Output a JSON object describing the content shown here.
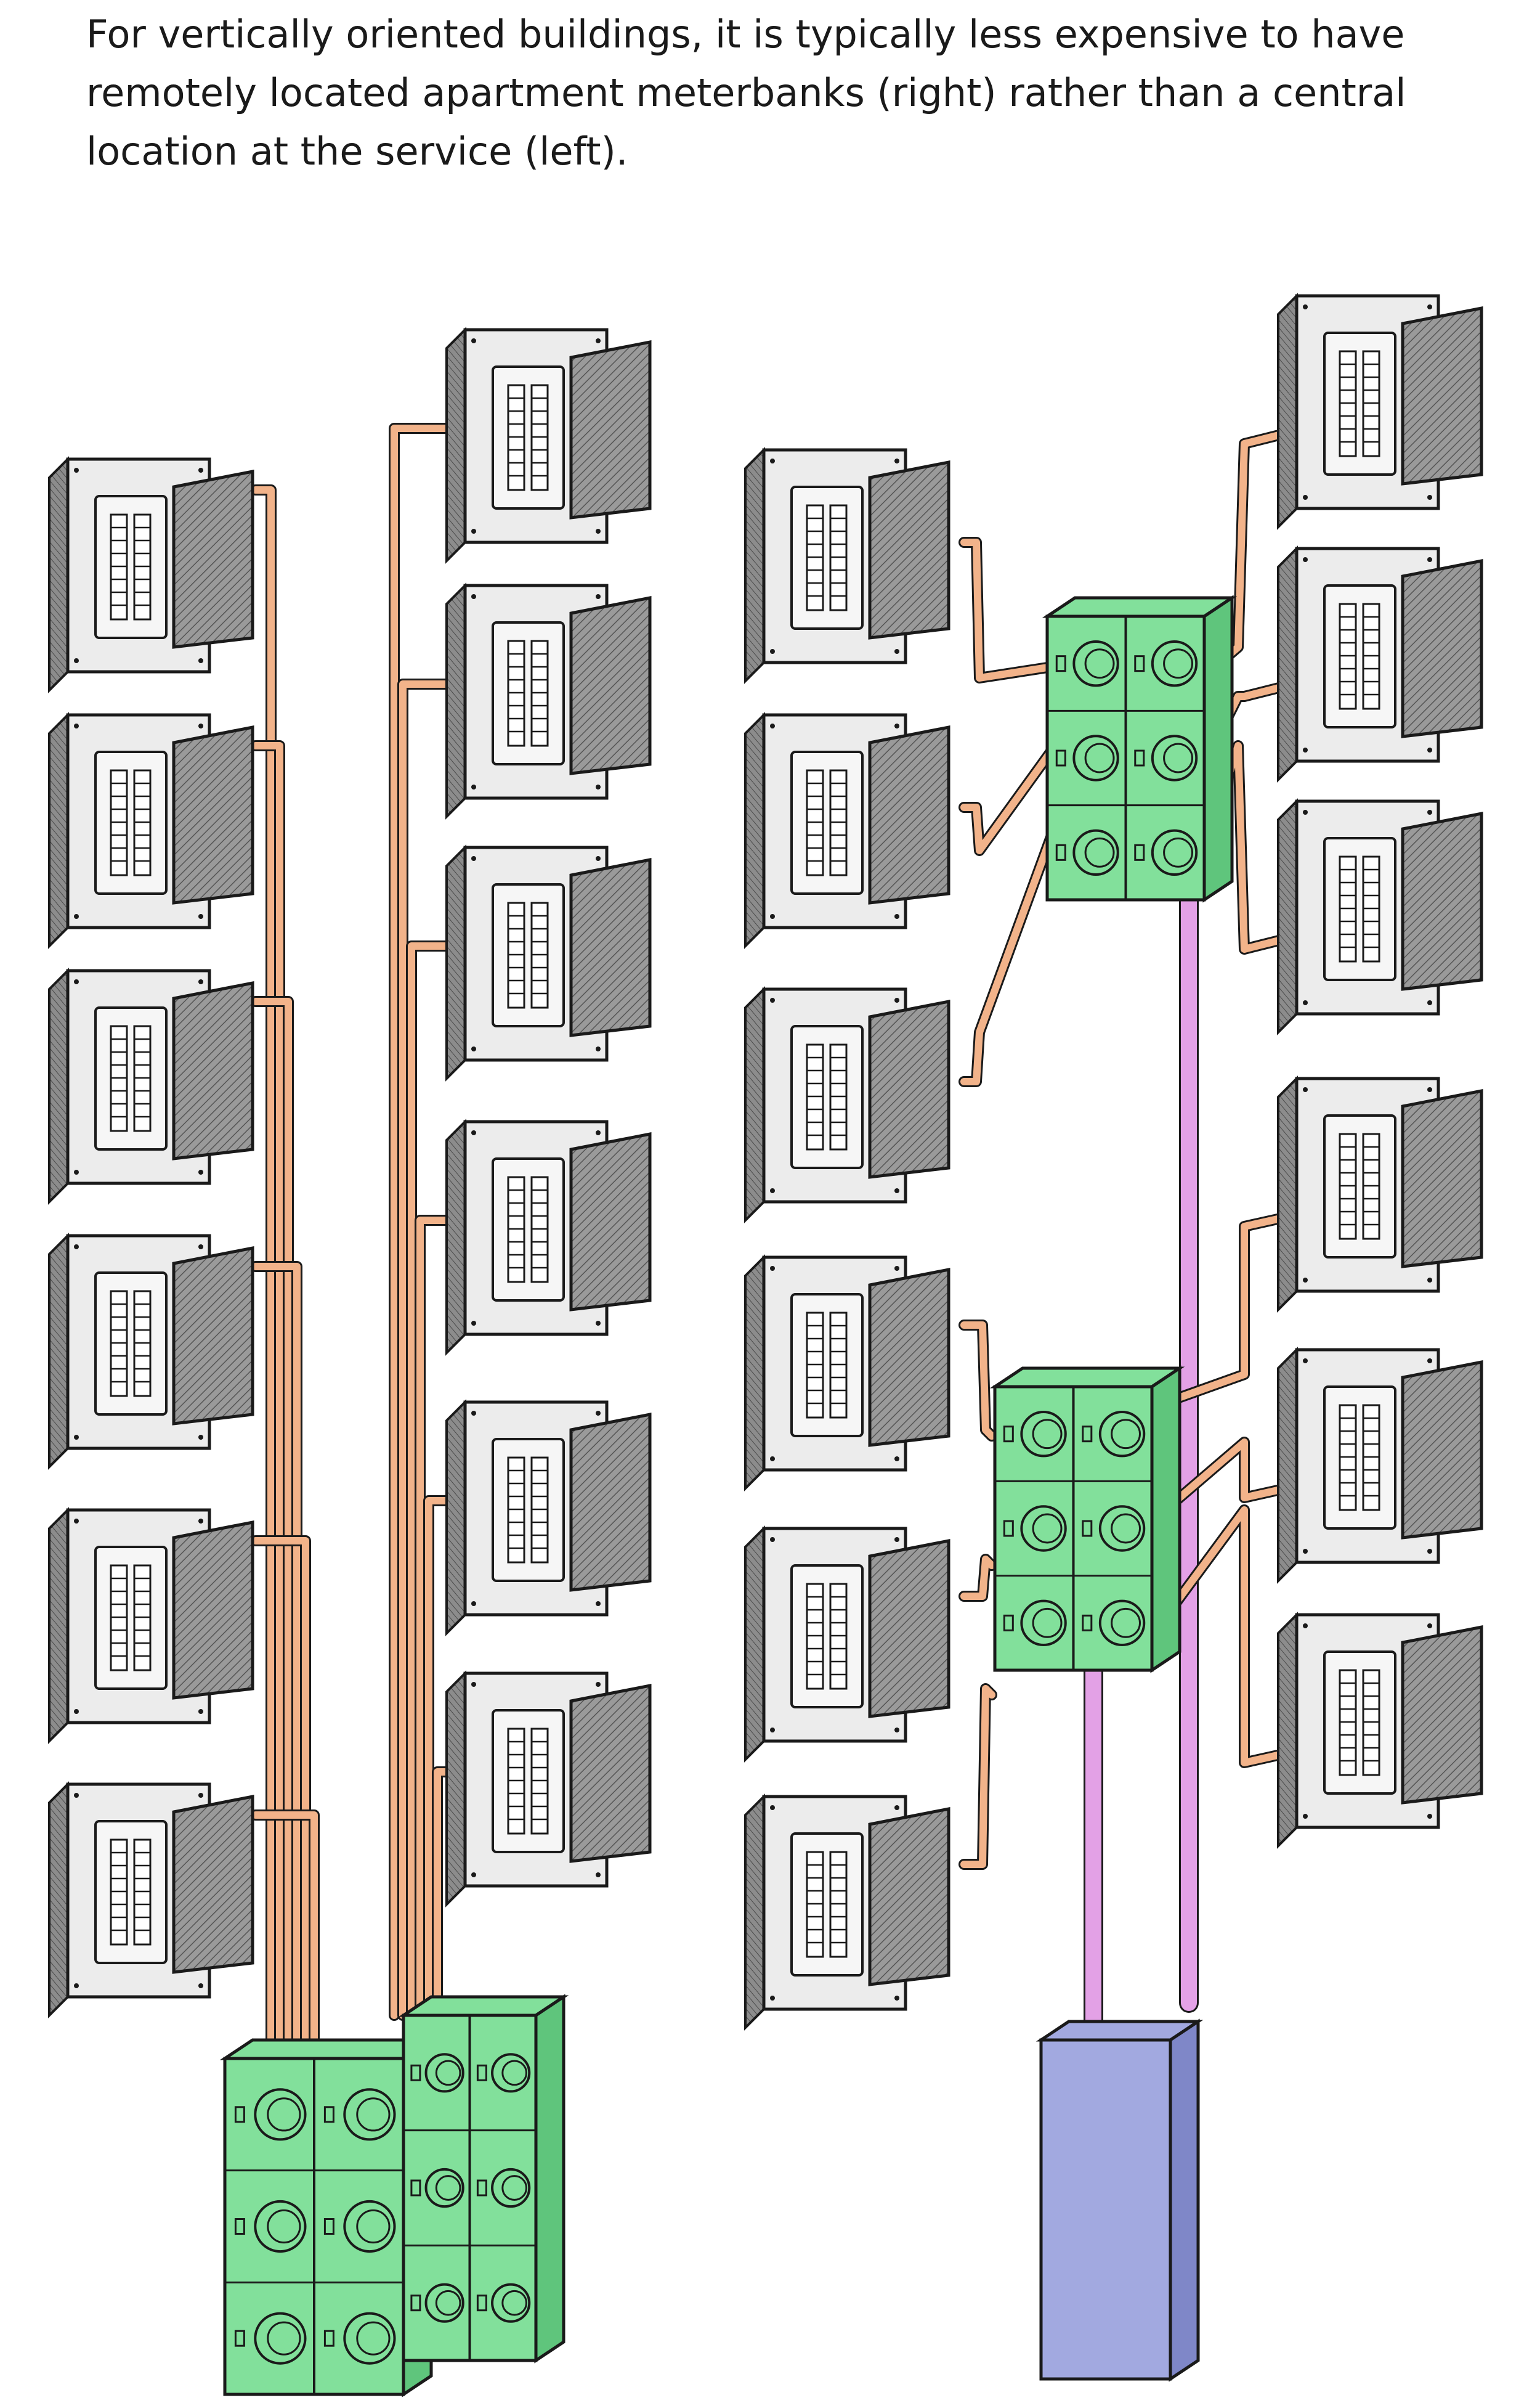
{
  "caption": "For vertically oriented buildings, it is typically less expensive to have remotely located apartment meterbanks (right) rather than a central location at the service (left).",
  "colors": {
    "meterbank": "#82e09b",
    "meterbank_side": "#5fc57c",
    "service": "#a2a9e0",
    "service_side": "#7f87c8",
    "feeder_conduit": "#e3a1e6",
    "branch_conduit": "#f2b38a",
    "panel_face": "#ececec",
    "panel_door": "#8a8a8a",
    "outline": "#1a1a1a"
  },
  "diagram": {
    "left": {
      "description_id": "central-meterbank",
      "panels_left_column": 6,
      "panels_right_column": 6,
      "meterbanks": 2,
      "meters_per_bank": 6
    },
    "right": {
      "description_id": "remote-meterbanks",
      "panels_left_column": 6,
      "panels_right_column": 6,
      "meterbanks": 2,
      "meters_per_bank": 6,
      "service_enclosures": 1
    }
  }
}
